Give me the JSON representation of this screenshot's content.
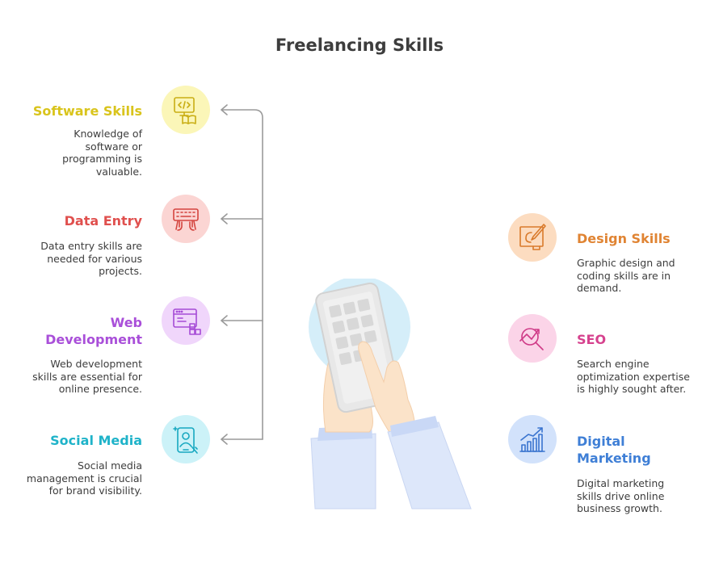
{
  "title": "Freelancing Skills",
  "colors": {
    "software": "#d9c41c",
    "data_entry": "#e0504e",
    "web": "#a94fd9",
    "social": "#1fb3c9",
    "design": "#e08433",
    "seo": "#d6428e",
    "digital": "#3f7fd6"
  },
  "left_items": [
    {
      "title": "Software Skills",
      "desc_lines": [
        "Knowledge of",
        "software or",
        "programming is",
        "valuable."
      ],
      "icon": "code-book-icon"
    },
    {
      "title": "Data Entry",
      "desc_lines": [
        "Data entry skills are",
        "needed for various",
        "projects."
      ],
      "icon": "keyboard-hands-icon"
    },
    {
      "title_lines": [
        "Web",
        "Development"
      ],
      "desc_lines": [
        "Web development",
        "skills are essential for",
        "online presence."
      ],
      "icon": "browser-window-icon"
    },
    {
      "title": "Social Media",
      "desc_lines": [
        "Social media",
        "management is crucial",
        "for brand visibility."
      ],
      "icon": "phone-user-icon"
    }
  ],
  "right_items": [
    {
      "title": "Design Skills",
      "desc_lines": [
        "Graphic design and",
        "coding skills are in",
        "demand."
      ],
      "icon": "pen-tablet-icon"
    },
    {
      "title": "SEO",
      "desc_lines": [
        "Search engine",
        "optimization expertise",
        "is highly sought after."
      ],
      "icon": "magnifier-trend-icon"
    },
    {
      "title_lines": [
        "Digital",
        "Marketing"
      ],
      "desc_lines": [
        "Digital marketing",
        "skills drive online",
        "business growth."
      ],
      "icon": "growth-chart-icon"
    }
  ]
}
